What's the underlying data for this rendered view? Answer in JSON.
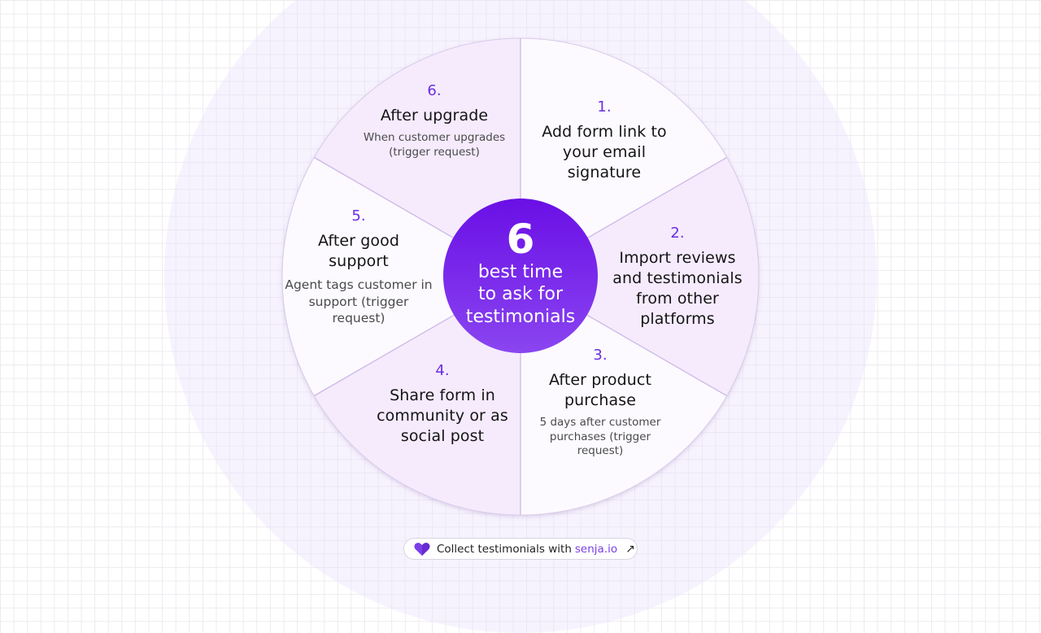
{
  "hub": {
    "number": "6",
    "line1": "best time",
    "line2": "to ask for",
    "line3": "testimonials"
  },
  "segments": [
    {
      "number": "1.",
      "title_lines": [
        "Add form link to",
        "your email",
        "signature"
      ],
      "description_lines": []
    },
    {
      "number": "2.",
      "title_lines": [
        "Import reviews",
        "and testimonials",
        "from other",
        "platforms"
      ],
      "description_lines": []
    },
    {
      "number": "3.",
      "title_lines": [
        "After product",
        "purchase"
      ],
      "description_lines": [
        "5 days after customer",
        "purchases (trigger",
        "request)"
      ]
    },
    {
      "number": "4.",
      "title_lines": [
        "Share form in",
        "community or as",
        "social post"
      ],
      "description_lines": []
    },
    {
      "number": "5.",
      "title_lines": [
        "After good",
        "support"
      ],
      "description_lines": [
        "Agent tags customer in",
        "support (trigger",
        "request)"
      ]
    },
    {
      "number": "6.",
      "title_lines": [
        "After upgrade"
      ],
      "description_lines": [
        "When customer upgrades",
        "(trigger request)"
      ]
    }
  ],
  "colors": {
    "accent": "#6b2ee0",
    "hub_top": "#6a0fe6",
    "hub_bottom": "#8a45f0",
    "segment_light": "#fcfaff",
    "segment_tinted": "#f5ebfd",
    "divider": "#cdb8e6"
  },
  "footer": {
    "icon": "heart-icon",
    "text": "Collect testimonials with",
    "link": "senja.io",
    "arrow": "↗"
  }
}
